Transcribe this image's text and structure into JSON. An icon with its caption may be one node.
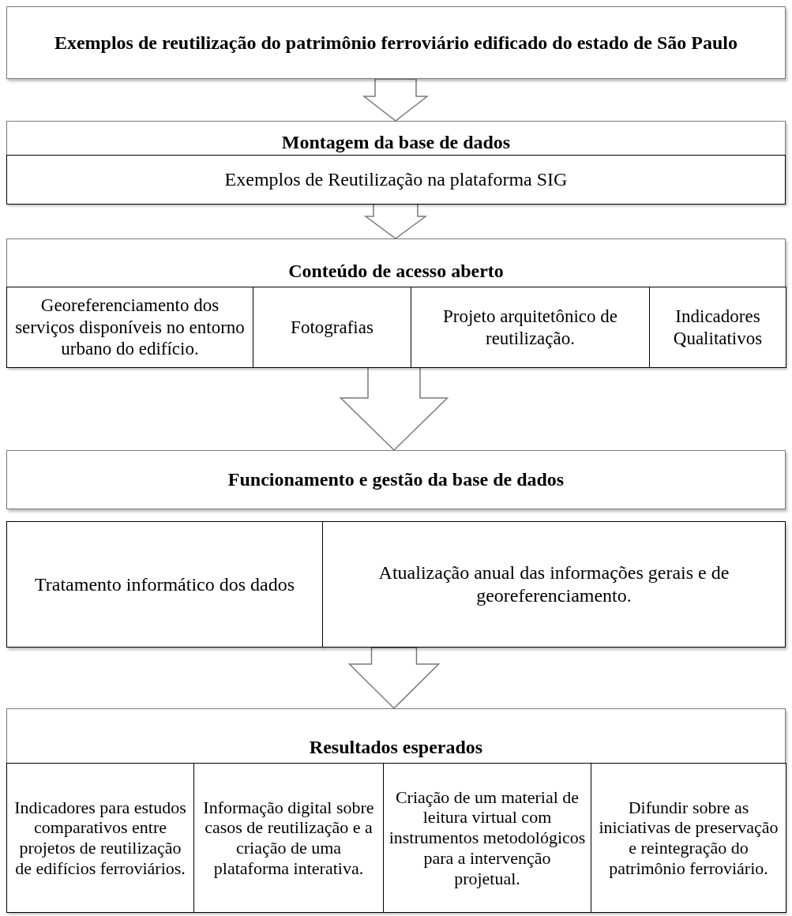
{
  "diagram": {
    "nodes": [
      {
        "text": [
          "Exemplos de reutilização do patrimônio ferroviário edificado do estado de São Paulo"
        ]
      },
      {
        "text": [
          "Montagem da base de dados"
        ]
      },
      {
        "text": [
          "Exemplos de Reutilização na plataforma SIG"
        ],
        "in": 1
      },
      {
        "text": [
          "Conteúdo de acesso aberto"
        ]
      },
      {
        "text": [
          "Georeferenciamento dos serviços disponíveis no entorno urbano do edifício."
        ],
        "in": 3
      },
      {
        "text": [
          "Fotografias"
        ],
        "in": 3
      },
      {
        "text": [
          "Projeto arquitetônico de reutilização."
        ],
        "in": 3
      },
      {
        "text": [
          "Indicadores Qualitativos"
        ],
        "in": 3
      },
      {
        "text": [
          "Funcionamento e gestão da base de dados"
        ]
      },
      {
        "text": [
          "Tratamento informático dos dados"
        ]
      },
      {
        "text": [
          "Atualização anual das informações gerais e de georeferenciamento."
        ]
      },
      {
        "text": [
          "Resultados esperados"
        ]
      },
      {
        "text": [
          "Indicadores para estudos comparativos entre projetos de reutilização de edifícios ferroviários."
        ],
        "in": 11
      },
      {
        "text": [
          "Informação digital sobre casos de reutilização e a criação de uma plataforma interativa."
        ],
        "in": 11
      },
      {
        "text": [
          "Criação de um material de leitura virtual com instrumentos metodológicos para a intervenção projetual."
        ],
        "in": 11
      },
      {
        "text": [
          "Difundir sobre as iniciativas de preservação e reintegração do patrimônio ferroviário."
        ],
        "in": 11
      }
    ],
    "edges": [
      {
        "from": 0,
        "to": 1,
        "arrow": "to"
      },
      {
        "from": 1,
        "to": 3,
        "arrow": "to"
      },
      {
        "from": 3,
        "to": 8,
        "arrow": "to"
      },
      {
        "from": 10,
        "to": 11,
        "arrow": "to"
      }
    ]
  }
}
